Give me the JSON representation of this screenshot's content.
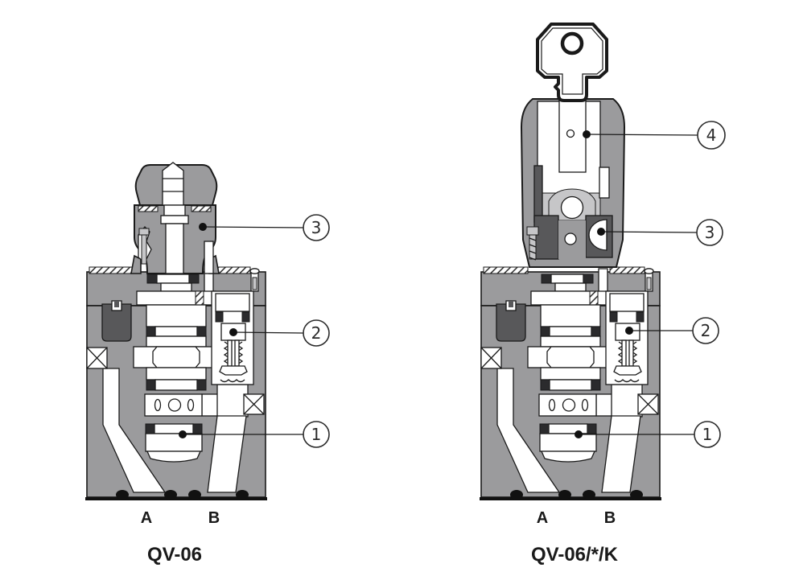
{
  "diagram": {
    "background": "#ffffff",
    "line_color": "#1a1a1a",
    "body_gray": "#9b9b9d",
    "light_gray": "#c6c6c8",
    "dark_gray": "#58585a",
    "left_valve": {
      "model": "QV-06",
      "port_a": "A",
      "port_b": "B",
      "callouts": {
        "c1": "1",
        "c2": "2",
        "c3": "3"
      }
    },
    "right_valve": {
      "model": "QV-06/*/K",
      "port_a": "A",
      "port_b": "B",
      "callouts": {
        "c1": "1",
        "c2": "2",
        "c3": "3",
        "c4": "4"
      }
    }
  }
}
